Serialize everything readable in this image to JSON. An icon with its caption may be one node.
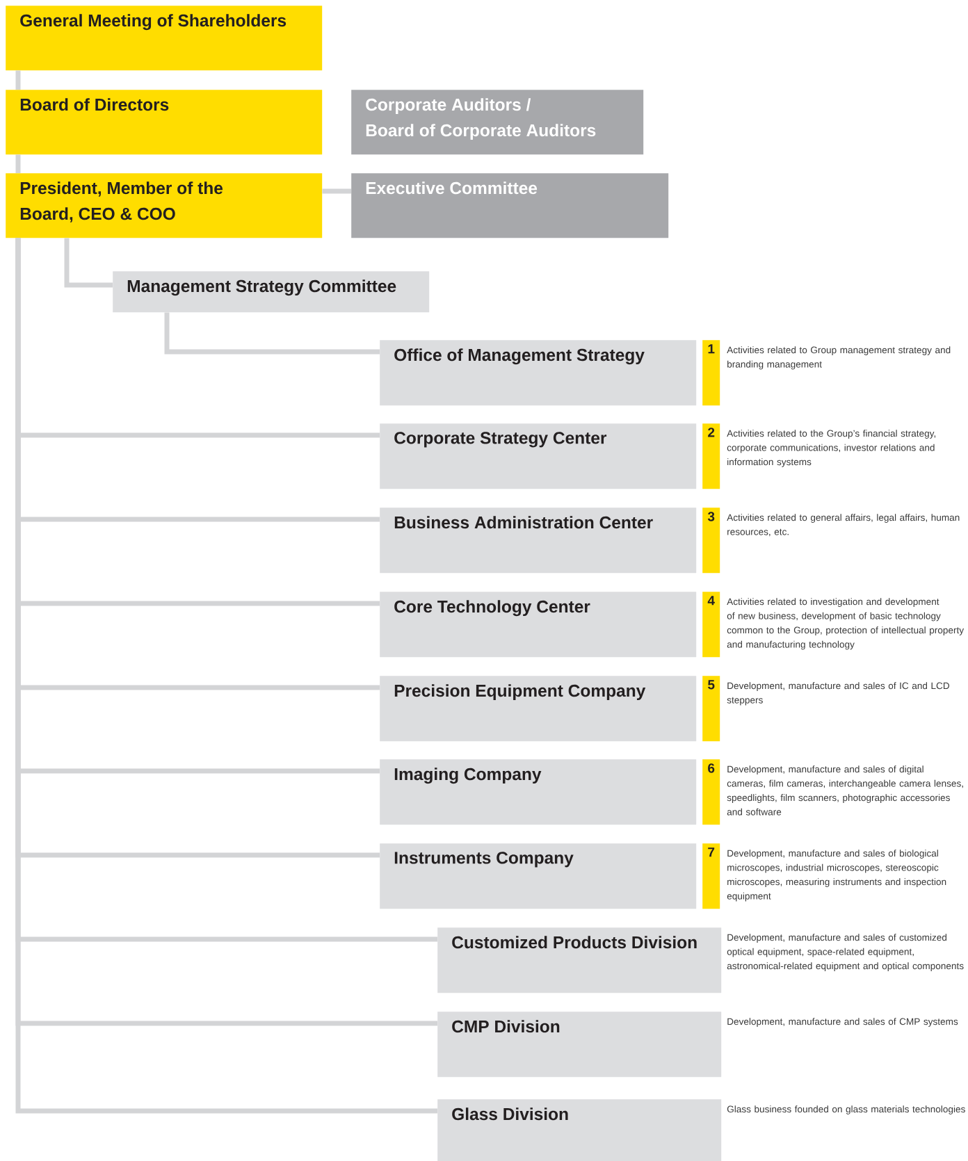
{
  "diagram": {
    "nodes": [
      {
        "text": [
          "General Meeting of Shareholders"
        ]
      },
      {
        "text": [
          "Board of Directors"
        ]
      },
      {
        "text": [
          "Corporate Auditors / Board of Corporate Auditors"
        ]
      },
      {
        "text": [
          "President, Member of the Board, CEO & COO"
        ]
      },
      {
        "text": [
          "Executive Committee"
        ]
      },
      {
        "text": [
          "Management Strategy Committee"
        ]
      },
      {
        "text": [
          "Office of Management Strategy"
        ]
      },
      {
        "text": [
          "1"
        ],
        "beside": [
          "Activities related to Group management strategy and branding management"
        ]
      },
      {
        "text": [
          "Corporate Strategy Center"
        ]
      },
      {
        "text": [
          "2"
        ],
        "beside": [
          "Activities related to the Group’s financial strategy, corporate communications, investor relations and information systems"
        ]
      },
      {
        "text": [
          "Business Administration Center"
        ]
      },
      {
        "text": [
          "3"
        ],
        "beside": [
          "Activities related to general affairs, legal affairs, human resources, etc."
        ]
      },
      {
        "text": [
          "Core Technology Center"
        ]
      },
      {
        "text": [
          "4"
        ],
        "beside": [
          "Activities related to investigation and development of new business, development of basic technology common to the Group, protection of intellectual property and manufacturing technology"
        ]
      },
      {
        "text": [
          "Precision Equipment Company"
        ]
      },
      {
        "text": [
          "5"
        ],
        "beside": [
          "Development, manufacture and sales of IC and LCD steppers"
        ]
      },
      {
        "text": [
          "Imaging Company"
        ]
      },
      {
        "text": [
          "6"
        ],
        "beside": [
          "Development, manufacture and sales of digital cameras, film cameras, interchangeable camera lenses, speedlights, film scanners, photographic accessories and software"
        ]
      },
      {
        "text": [
          "Instruments Company"
        ]
      },
      {
        "text": [
          "7"
        ],
        "beside": [
          "Development, manufacture and sales of biological microscopes, industrial microscopes, stereoscopic microscopes, measuring instruments and inspection equipment"
        ]
      },
      {
        "text": [
          "Customized Products Division"
        ],
        "beside": [
          "Development, manufacture and sales of customized optical equipment, space-related equipment, astronomical-related equipment and optical components"
        ]
      },
      {
        "text": [
          "CMP Division"
        ],
        "beside": [
          "Development, manufacture and sales of CMP systems"
        ]
      },
      {
        "text": [
          "Glass Division"
        ],
        "beside": [
          "Glass business founded on glass materials technologies"
        ]
      }
    ],
    "edges": [
      {
        "from": 0,
        "to": 1,
        "arrow": "none"
      },
      {
        "from": 1,
        "to": 3,
        "arrow": "none"
      },
      {
        "from": 3,
        "to": 4,
        "arrow": "none"
      },
      {
        "from": 3,
        "to": 5,
        "arrow": "none"
      },
      {
        "from": 5,
        "to": 6,
        "arrow": "none"
      },
      {
        "from": 3,
        "to": 8,
        "arrow": "none"
      },
      {
        "from": 3,
        "to": 10,
        "arrow": "none"
      },
      {
        "from": 3,
        "to": 12,
        "arrow": "none"
      },
      {
        "from": 3,
        "to": 14,
        "arrow": "none"
      },
      {
        "from": 3,
        "to": 16,
        "arrow": "none"
      },
      {
        "from": 3,
        "to": 18,
        "arrow": "none"
      },
      {
        "from": 3,
        "to": 20,
        "arrow": "none"
      },
      {
        "from": 3,
        "to": 21,
        "arrow": "none"
      },
      {
        "from": 3,
        "to": 22,
        "arrow": "none"
      }
    ]
  }
}
